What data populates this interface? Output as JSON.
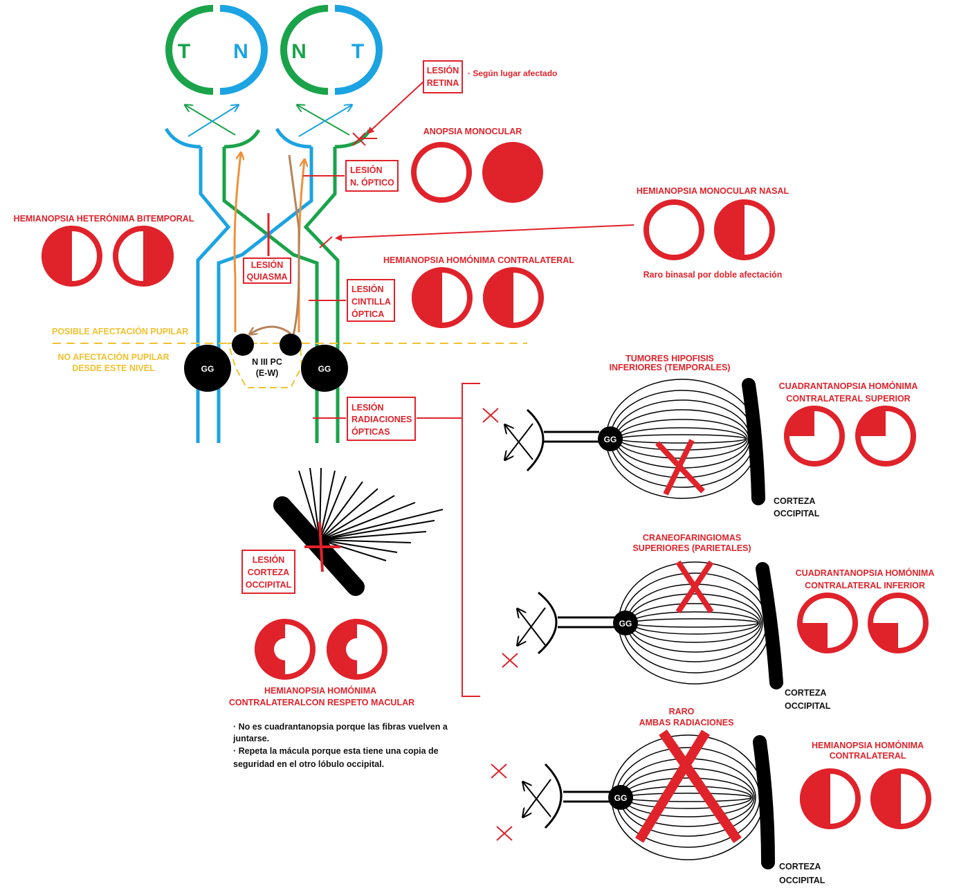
{
  "colors": {
    "red": "#e0222a",
    "green": "#1aa34a",
    "blue": "#1ba3e2",
    "yellow": "#f2c12e",
    "orange": "#f0903a",
    "brown": "#b5835a",
    "black": "#000000"
  },
  "eyes": {
    "left": {
      "temporal": "T",
      "nasal": "N"
    },
    "right": {
      "nasal": "N",
      "temporal": "T"
    }
  },
  "nuclei": {
    "gg_left": "GG",
    "gg_right": "GG",
    "pretectal_line1": "N III PC",
    "pretectal_line2": "(E-W)"
  },
  "pupillary": {
    "affected": "POSIBLE AFECTACIÓN PUPILAR",
    "not_affected_line1": "NO AFECTACIÓN PUPILAR",
    "not_affected_line2": "DESDE ESTE NIVEL"
  },
  "lesions": {
    "retina": {
      "line1": "LESIÓN",
      "line2": "RETINA",
      "note": "· Según lugar afectado"
    },
    "optic_nerve": {
      "line1": "LESIÓN",
      "line2": "N. ÓPTICO"
    },
    "chiasm": {
      "line1": "LESIÓN",
      "line2": "QUIASMA"
    },
    "optic_tract": {
      "line1": "LESIÓN",
      "line2": "CINTILLA",
      "line3": "ÓPTICA"
    },
    "radiations": {
      "line1": "LESIÓN",
      "line2": "RADIACIONES",
      "line3": "ÓPTICAS"
    },
    "cortex": {
      "line1": "LESIÓN",
      "line2": "CORTEZA",
      "line3": "OCCIPITAL"
    }
  },
  "field_defects": {
    "monocular_anopsia": "ANOPSIA MONOCULAR",
    "bitemporal": "HEMIANOPSIA HETERÓNIMA BITEMPORAL",
    "nasal_monocular": "HEMIANOPSIA MONOCULAR NASAL",
    "nasal_note": "Raro binasal por doble afectación",
    "homonymous_contralateral_tract": "HEMIANOPSIA HOMÓNIMA CONTRALATERAL",
    "macular_sparing_line1": "HEMIANOPSIA HOMÓNIMA",
    "macular_sparing_line2": "CONTRALATERALCON RESPETO MACULAR"
  },
  "cortex_notes": {
    "line1": "· No es cuadrantanopsia porque las fibras vuelven a",
    "line2": "juntarse.",
    "line3": "· Repeta la mácula porque esta tiene una copia de",
    "line4": "seguridad en el otro lóbulo occipital."
  },
  "radiation_panels": [
    {
      "cause_line1": "TUMORES HIPOFISIS",
      "cause_line2": "INFERIORES (TEMPORALES)",
      "defect_line1": "CUADRANTANOPSIA HOMÓNIMA",
      "defect_line2": "CONTRALATERAL SUPERIOR",
      "gg": "GG",
      "cortex_line1": "CORTEZA",
      "cortex_line2": "OCCIPITAL"
    },
    {
      "cause_line1": "CRANEOFARINGIOMAS",
      "cause_line2": "SUPERIORES (PARIETALES)",
      "defect_line1": "CUADRANTANOPSIA HOMÓNIMA",
      "defect_line2": "CONTRALATERAL INFERIOR",
      "gg": "GG",
      "cortex_line1": "CORTEZA",
      "cortex_line2": "OCCIPITAL"
    },
    {
      "cause_line1": "RARO",
      "cause_line2": "AMBAS RADIACIONES",
      "defect_line1": "HEMIANOPSIA HOMÓNIMA",
      "defect_line2": "CONTRALATERAL",
      "gg": "GG",
      "cortex_line1": "CORTEZA",
      "cortex_line2": "OCCIPITAL"
    }
  ]
}
